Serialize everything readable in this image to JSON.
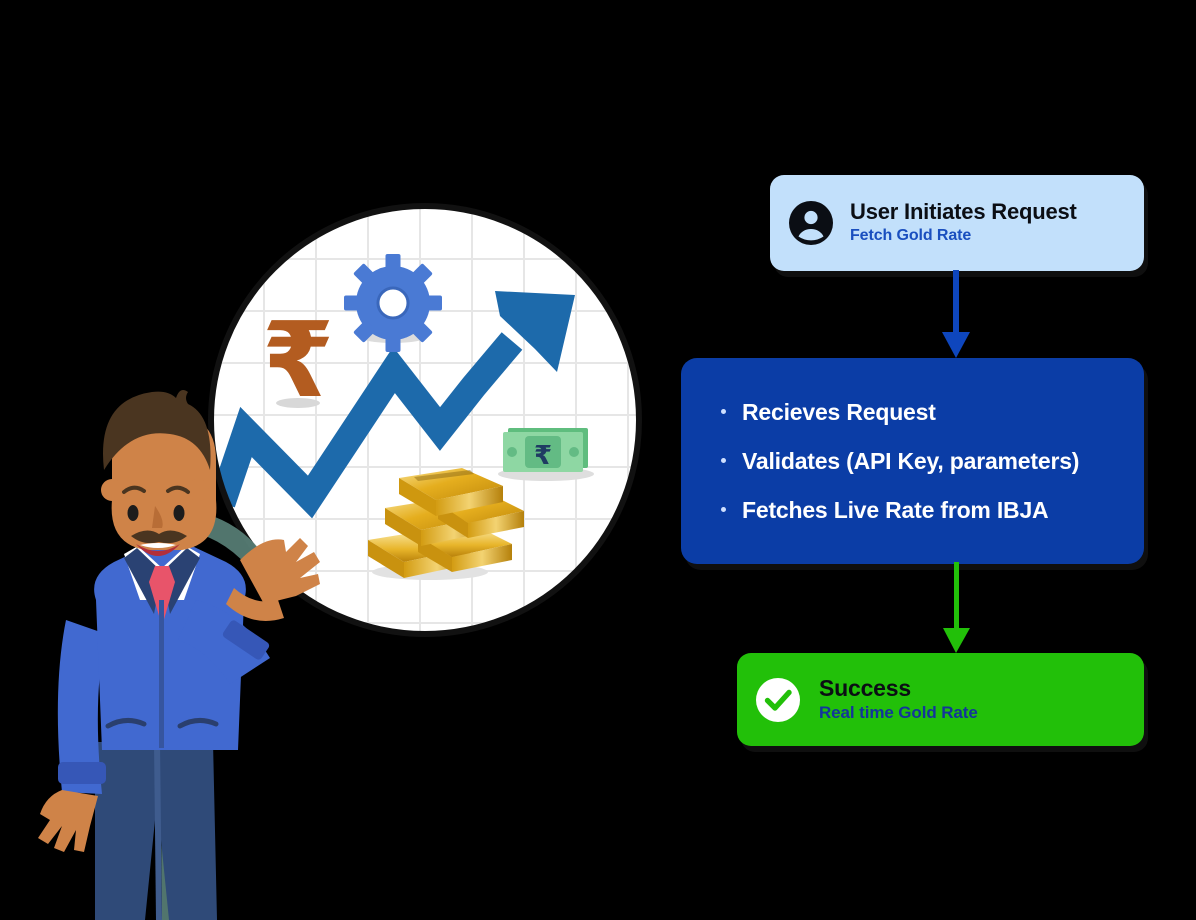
{
  "flow": {
    "nodes": [
      {
        "id": "user-initiates-request",
        "icon": "user-avatar-icon",
        "title": "User Initiates Request",
        "subtitle": "Fetch Gold Rate",
        "bg_color": "#c2e0fb",
        "title_color": "#0b0e14",
        "subtitle_color": "#1a4fbf"
      },
      {
        "id": "api-processing",
        "bg_color": "#0b3da6",
        "bullets": [
          "Recieves Request",
          "Validates (API Key, parameters)",
          "Fetches Live Rate from IBJA"
        ],
        "bullet_color": "#ffffff"
      },
      {
        "id": "success",
        "icon": "check-circle-icon",
        "title": "Success",
        "subtitle": "Real time Gold Rate",
        "bg_color": "#22c009",
        "title_color": "#0b0e14",
        "subtitle_color": "#13359b"
      }
    ],
    "connectors": [
      {
        "id": "connector-user-to-api",
        "color": "#0e46bd",
        "direction": "down"
      },
      {
        "id": "connector-api-to-success",
        "color": "#22c009",
        "direction": "down"
      }
    ]
  },
  "illustration": {
    "id": "gold-rate-hero-illustration",
    "circle": {
      "id": "magnifier-circle",
      "fill": "#ffffff",
      "stroke": "#111111",
      "grid_color": "#e3e3e3"
    },
    "items": [
      {
        "id": "rupee-symbol-icon",
        "glyph": "₹",
        "color": "#b35c20"
      },
      {
        "id": "gear-icon",
        "color": "#4a7ad4"
      },
      {
        "id": "growth-arrow-icon",
        "color": "#1d6aab"
      },
      {
        "id": "banknote-icon",
        "color": "#7ed29a",
        "glyph": "₹"
      },
      {
        "id": "gold-bars-icon",
        "color": "#e0a818"
      }
    ],
    "character": {
      "id": "businessman-character",
      "skin": "#cf8348",
      "hair": "#4a3520",
      "jacket": "#4169d0",
      "shirt": "#ffffff",
      "tie": "#e8546a",
      "trousers": "#2f4a78"
    }
  }
}
